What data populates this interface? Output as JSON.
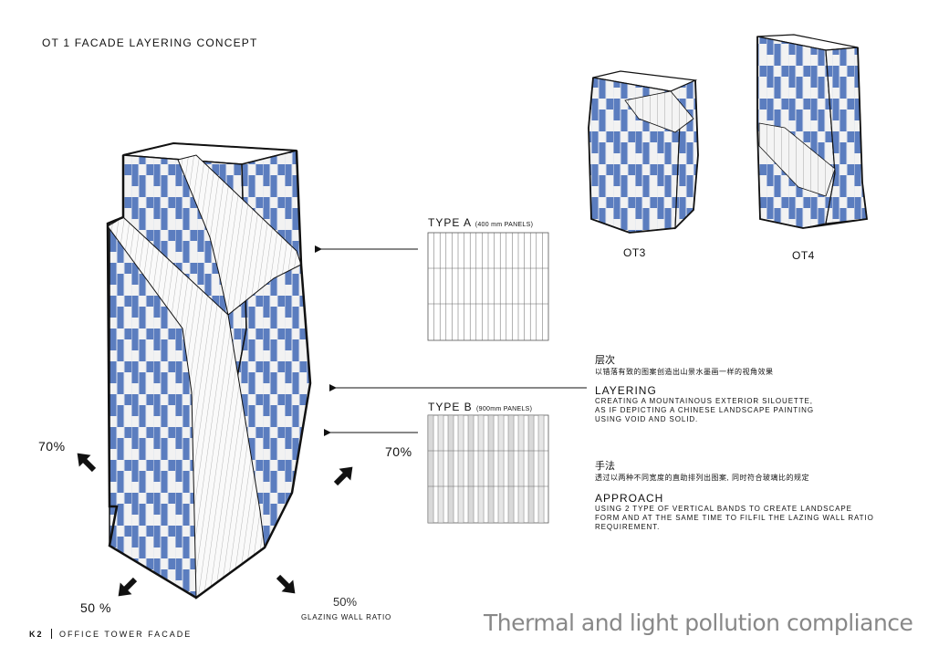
{
  "title": "OT 1 FACADE LAYERING CONCEPT",
  "towers": {
    "ot3_label": "OT3",
    "ot4_label": "OT4"
  },
  "type_a": {
    "label": "TYPE A",
    "note": "(400 mm PANELS)"
  },
  "type_b": {
    "label": "TYPE B",
    "note": "(900mm PANELS)"
  },
  "percentages": {
    "left_upper": "70%",
    "center_right": "70%",
    "bottom_left": "50 %",
    "bottom_right": "50%"
  },
  "glazing_label": "GLAZING WALL RATIO",
  "layering": {
    "cn_title": "层次",
    "cn_body": "以错落有致的图案创造出山景水墨画一样的视角效果",
    "en_title": "LAYERING",
    "en_body_1": "CREATING A MOUNTAINOUS EXTERIOR SILOUETTE,",
    "en_body_2": "AS IF DEPICTING A CHINESE LANDSCAPE PAINTING",
    "en_body_3": "USING VOID AND SOLID."
  },
  "approach": {
    "cn_title": "手法",
    "cn_body": "透过以两种不同宽度的直助排列出图案, 同时符合玻璃比的规定",
    "en_title": "APPROACH",
    "en_body_1": "USING 2 TYPE OF VERTICAL BANDS TO CREATE LANDSCAPE",
    "en_body_2": "FORM AND AT THE SAME TIME TO FILFIL THE LAZING WALL RATIO",
    "en_body_3": "REQUIREMENT."
  },
  "footer": {
    "code": "K2",
    "text": "OFFICE TOWER FACADE"
  },
  "banner": "Thermal and light pollution compliance",
  "colors": {
    "glass": "#5b7dbf",
    "panel": "#e9e9e9",
    "line": "#111111",
    "banner": "#888888"
  }
}
